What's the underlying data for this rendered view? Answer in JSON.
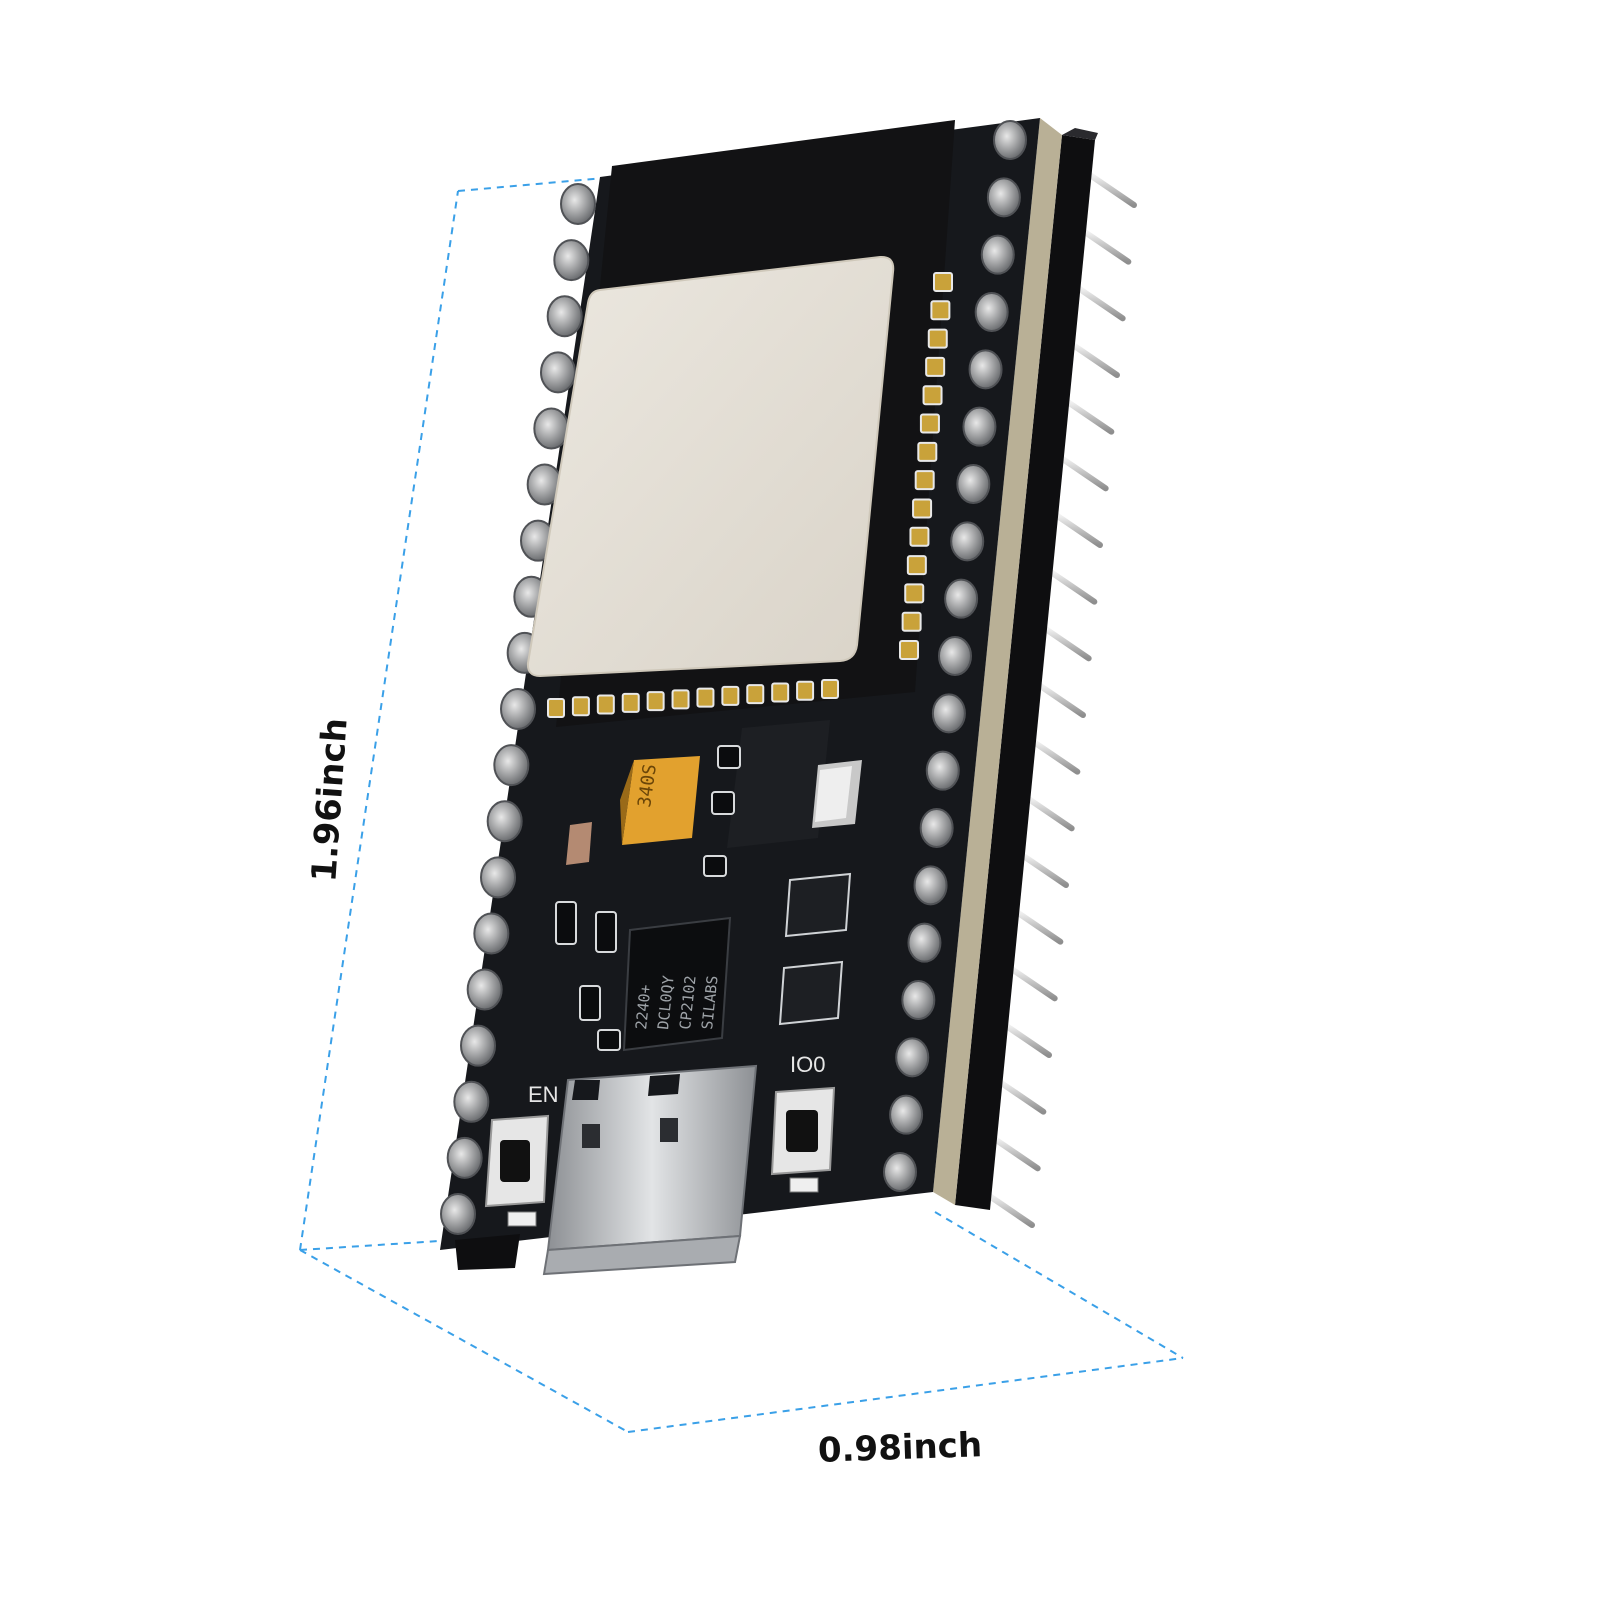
{
  "dimensions": {
    "height_label": "1.96inch",
    "width_label": "0.98inch"
  },
  "board": {
    "chip_marking": [
      "SILABS",
      "CP2102",
      "DCL0QY",
      "2240+"
    ],
    "button_left_label": "EN",
    "button_right_label": "IO0",
    "capacitor_marking": "340S"
  },
  "colors": {
    "dimension_line": "#3aa0e8",
    "pcb": "#16181c",
    "shield": "#e4dfd6",
    "gold": "#c9a23a",
    "header": "#0e0e10",
    "usb_metal": "#b9bcc0"
  }
}
